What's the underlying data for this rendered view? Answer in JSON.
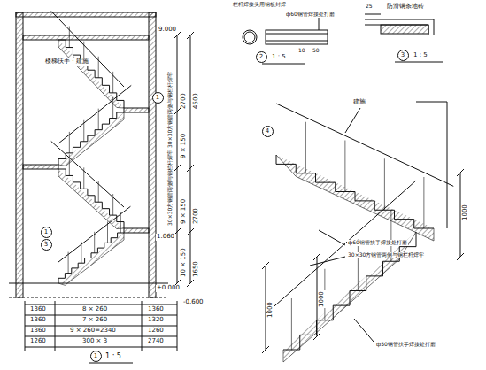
{
  "diagram": {
    "nodes": [
      {
        "text": [
          "1"
        ]
      },
      {
        "text": [
          "1"
        ]
      },
      {
        "text": [
          "3"
        ]
      },
      {
        "text": [
          "4"
        ]
      },
      {
        "text": [
          "1"
        ]
      },
      {
        "text": [
          "2"
        ]
      },
      {
        "text": [
          "3"
        ]
      }
    ],
    "labels": [
      "楼梯扶手 · 建施",
      "9.000",
      "2700",
      "4500",
      "30×30方钢管两侧与钢栏杆焊牢",
      "9 × 150",
      "9 × 150",
      "2700",
      "30×30方钢管两侧与钢栏杆焊牢",
      "1.060",
      "10 × 150",
      "1650",
      "±0.000",
      "-0.600",
      "1360",
      "8 × 260",
      "1360",
      "1360",
      "7 × 260",
      "1320",
      "1360",
      "9 × 260=2340",
      "1260",
      "1260",
      "300 × 3",
      "2740",
      "1 : 5",
      "栏杆焊接头用钢板封焊",
      "ф60钢管焊接处打磨",
      "10",
      "50",
      "1 : 5",
      "25",
      "防滑铜条地砖",
      "1 : 5",
      "建施",
      "ф60钢管扶手焊接处打磨",
      "30×30方钢管两侧与钢栏杆焊牢",
      "1000",
      "1000",
      "1000",
      "ф50钢管扶手焊接处打磨"
    ]
  }
}
